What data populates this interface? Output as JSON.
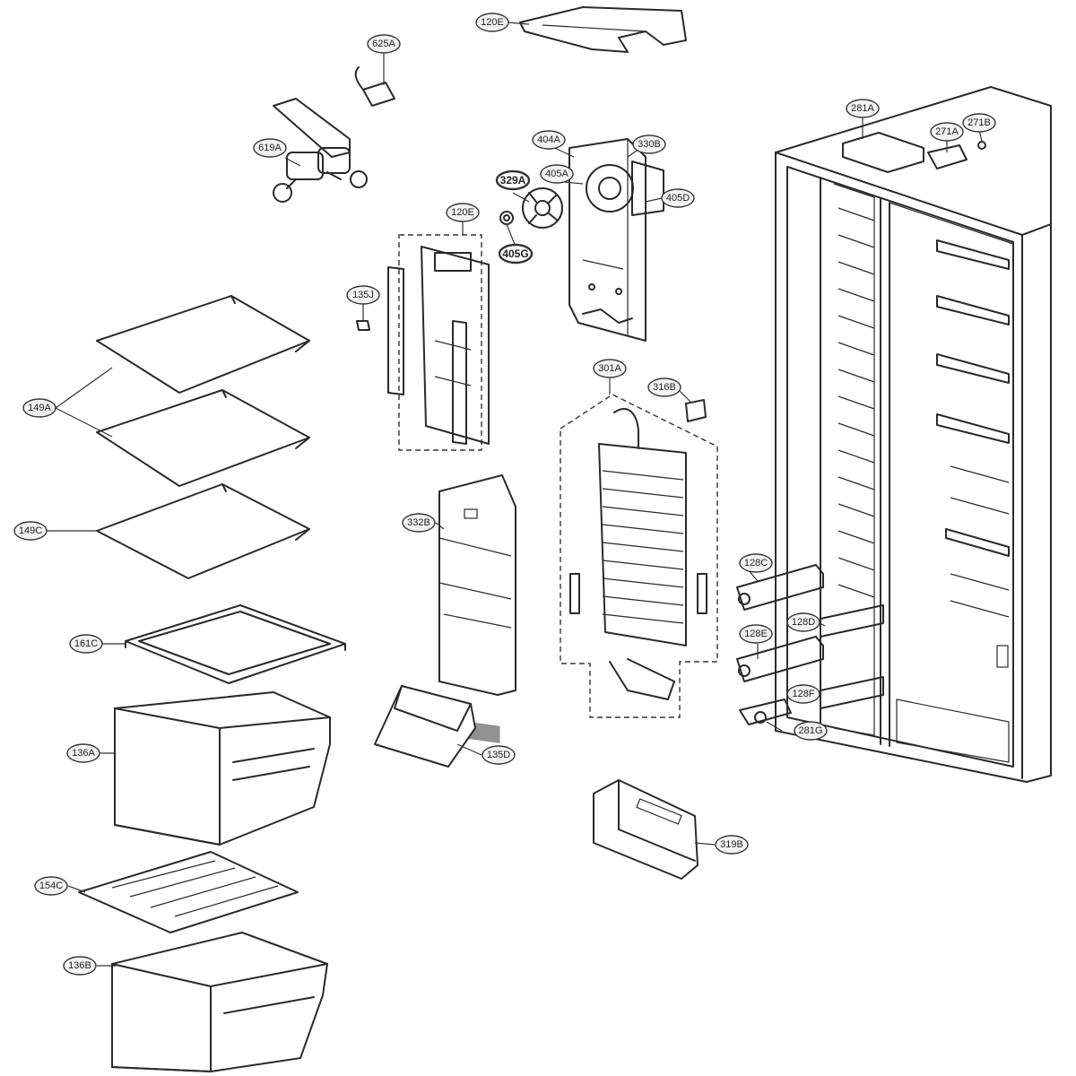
{
  "callouts": [
    {
      "label": "120E"
    },
    {
      "label": "625A"
    },
    {
      "label": "619A"
    },
    {
      "label": "281A"
    },
    {
      "label": "271A"
    },
    {
      "label": "271B"
    },
    {
      "label": "404A"
    },
    {
      "label": "330B"
    },
    {
      "label": "405A"
    },
    {
      "label": "329A"
    },
    {
      "label": "405D"
    },
    {
      "label": "120E"
    },
    {
      "label": "405G"
    },
    {
      "label": "135J"
    },
    {
      "label": "149A"
    },
    {
      "label": "301A"
    },
    {
      "label": "316B"
    },
    {
      "label": "149C"
    },
    {
      "label": "332B"
    },
    {
      "label": "128C"
    },
    {
      "label": "128D"
    },
    {
      "label": "128E"
    },
    {
      "label": "161C"
    },
    {
      "label": "128F"
    },
    {
      "label": "281G"
    },
    {
      "label": "136A"
    },
    {
      "label": "135D"
    },
    {
      "label": "319B"
    },
    {
      "label": "154C"
    },
    {
      "label": "136B"
    }
  ]
}
